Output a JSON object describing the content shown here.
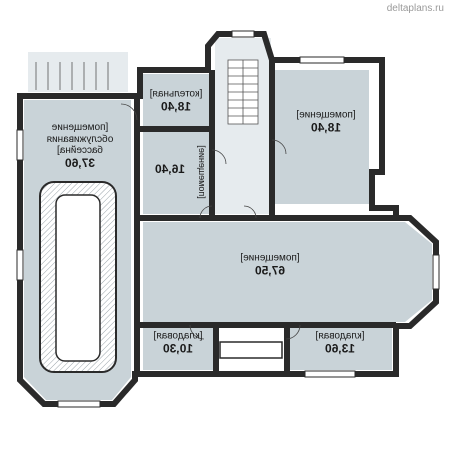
{
  "watermark": "deltaplans.ru",
  "rooms": {
    "pool_service": {
      "title_1": "[помещение",
      "title_2": "обслуживания",
      "title_3": "бассейна]",
      "area": "37,60"
    },
    "boiler": {
      "title": "[котельная]",
      "area": "18,40"
    },
    "room_small": {
      "area": "16,40"
    },
    "side_label": "[помещение]",
    "room_right": {
      "title": "[помещение]",
      "area": "18,40"
    },
    "room_center": {
      "title": "[помещение]",
      "area": "67,50"
    },
    "pantry_left": {
      "title": "[кладовая]",
      "area": "10,30"
    },
    "pantry_right": {
      "title": "[кладовая]",
      "area": "13,60"
    }
  },
  "colors": {
    "floor": "#c9d3d8",
    "wall": "#2a2a2a",
    "paper": "#ffffff"
  }
}
